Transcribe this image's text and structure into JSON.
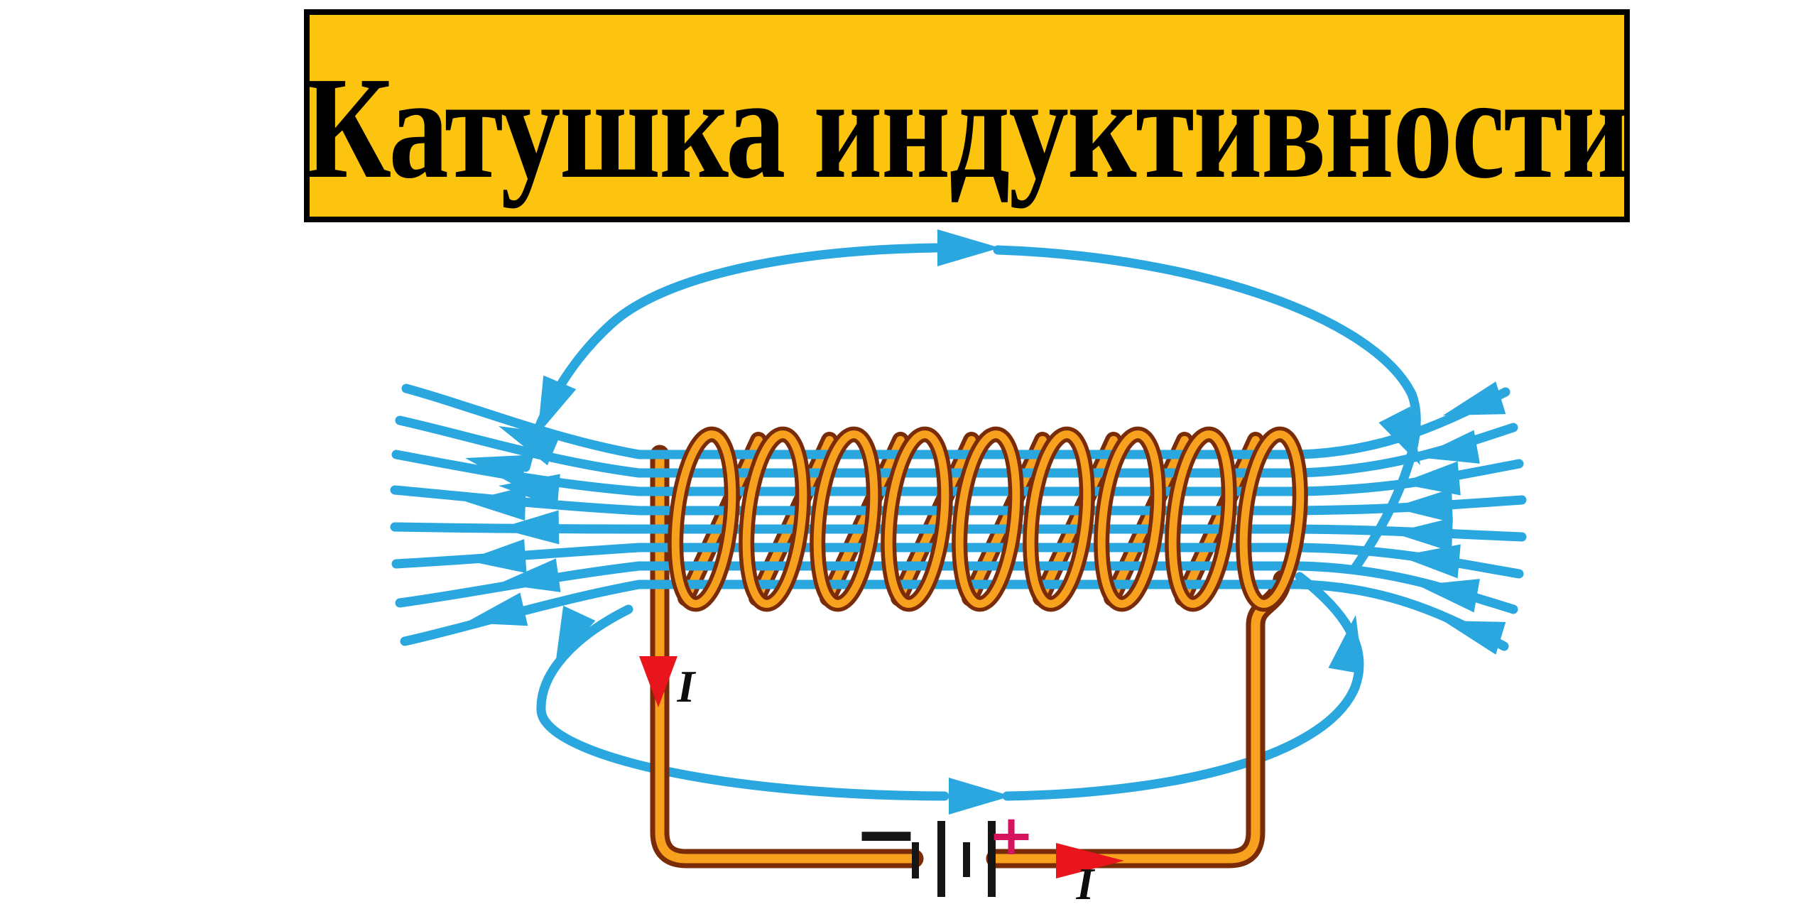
{
  "banner": {
    "title": "Катушка индуктивности"
  },
  "labels": {
    "current_left": "I",
    "current_right": "I",
    "battery_minus": "−",
    "battery_plus": "+"
  },
  "colors": {
    "banner_yellow": "#FCC40F",
    "banner_border": "#000000",
    "title_text": "#000000",
    "field_line_blue": "#2BA7DF",
    "wire_orange": "#F8A11E",
    "wire_outline": "#7A2B08",
    "current_arrow_red": "#E8151D",
    "battery_plus_crimson": "#D6135F",
    "battery_plate": "#151515",
    "current_label": "#0D0D0D"
  },
  "diagram": {
    "coil_turns": 9,
    "field_lines_through_coil": 8,
    "field_direction_inside_coil": "right-to-left",
    "current_direction_left_wire": "down",
    "current_direction_bottom_wire": "right"
  }
}
